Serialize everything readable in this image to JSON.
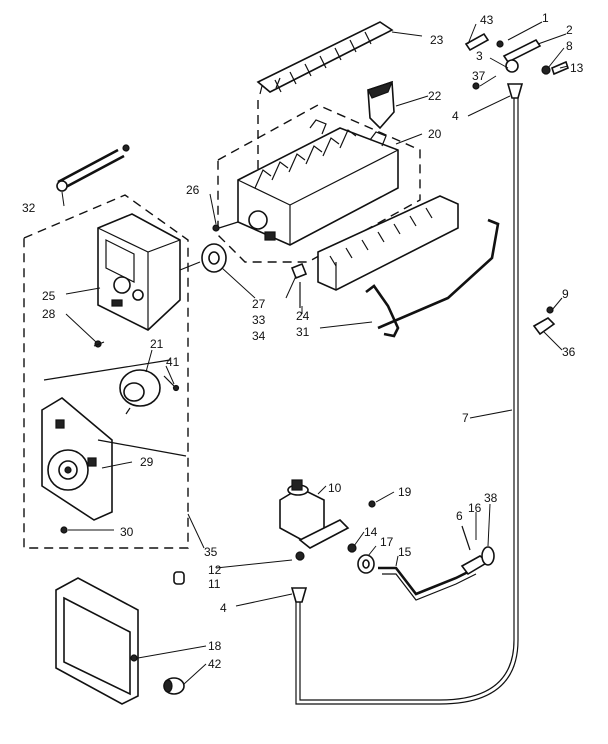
{
  "callouts": {
    "c1": "1",
    "c2": "2",
    "c3": "3",
    "c4a": "4",
    "c4b": "4",
    "c6": "6",
    "c7": "7",
    "c8": "8",
    "c9": "9",
    "c10": "10",
    "c11": "11",
    "c12": "12",
    "c13": "13",
    "c14": "14",
    "c15": "15",
    "c16": "16",
    "c17": "17",
    "c18": "18",
    "c19": "19",
    "c20": "20",
    "c21": "21",
    "c22": "22",
    "c23": "23",
    "c24": "24",
    "c25": "25",
    "c26": "26",
    "c27": "27",
    "c28": "28",
    "c29": "29",
    "c30": "30",
    "c31": "31",
    "c32": "32",
    "c33": "33",
    "c34": "34",
    "c35": "35",
    "c36": "36",
    "c37": "37",
    "c38": "38",
    "c41": "41",
    "c42": "42",
    "c43": "43"
  },
  "colors": {
    "ink": "#111111",
    "paper": "#ffffff"
  }
}
